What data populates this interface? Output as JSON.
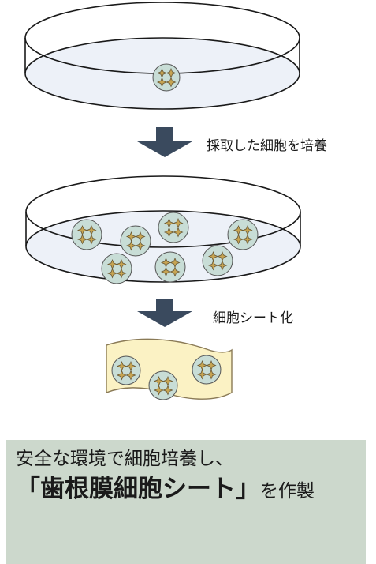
{
  "steps": {
    "step1": "採取した細胞を培養",
    "step2": "細胞シート化"
  },
  "caption": {
    "line1": "安全な環境で細胞培養し、",
    "emphasis": "「歯根膜細胞シート」",
    "tail": "を作製"
  },
  "colors": {
    "dish_fill": "#edf1f8",
    "arrow": "#3a4a5e",
    "sheet_fill": "#fbf2c4",
    "sheet_stroke": "#8a7a56",
    "colony_fill": "#c8ddd6",
    "cell_fill": "#c6a452",
    "cell_stroke": "#6a5a38",
    "caption_bg": "#ccd8cc"
  }
}
